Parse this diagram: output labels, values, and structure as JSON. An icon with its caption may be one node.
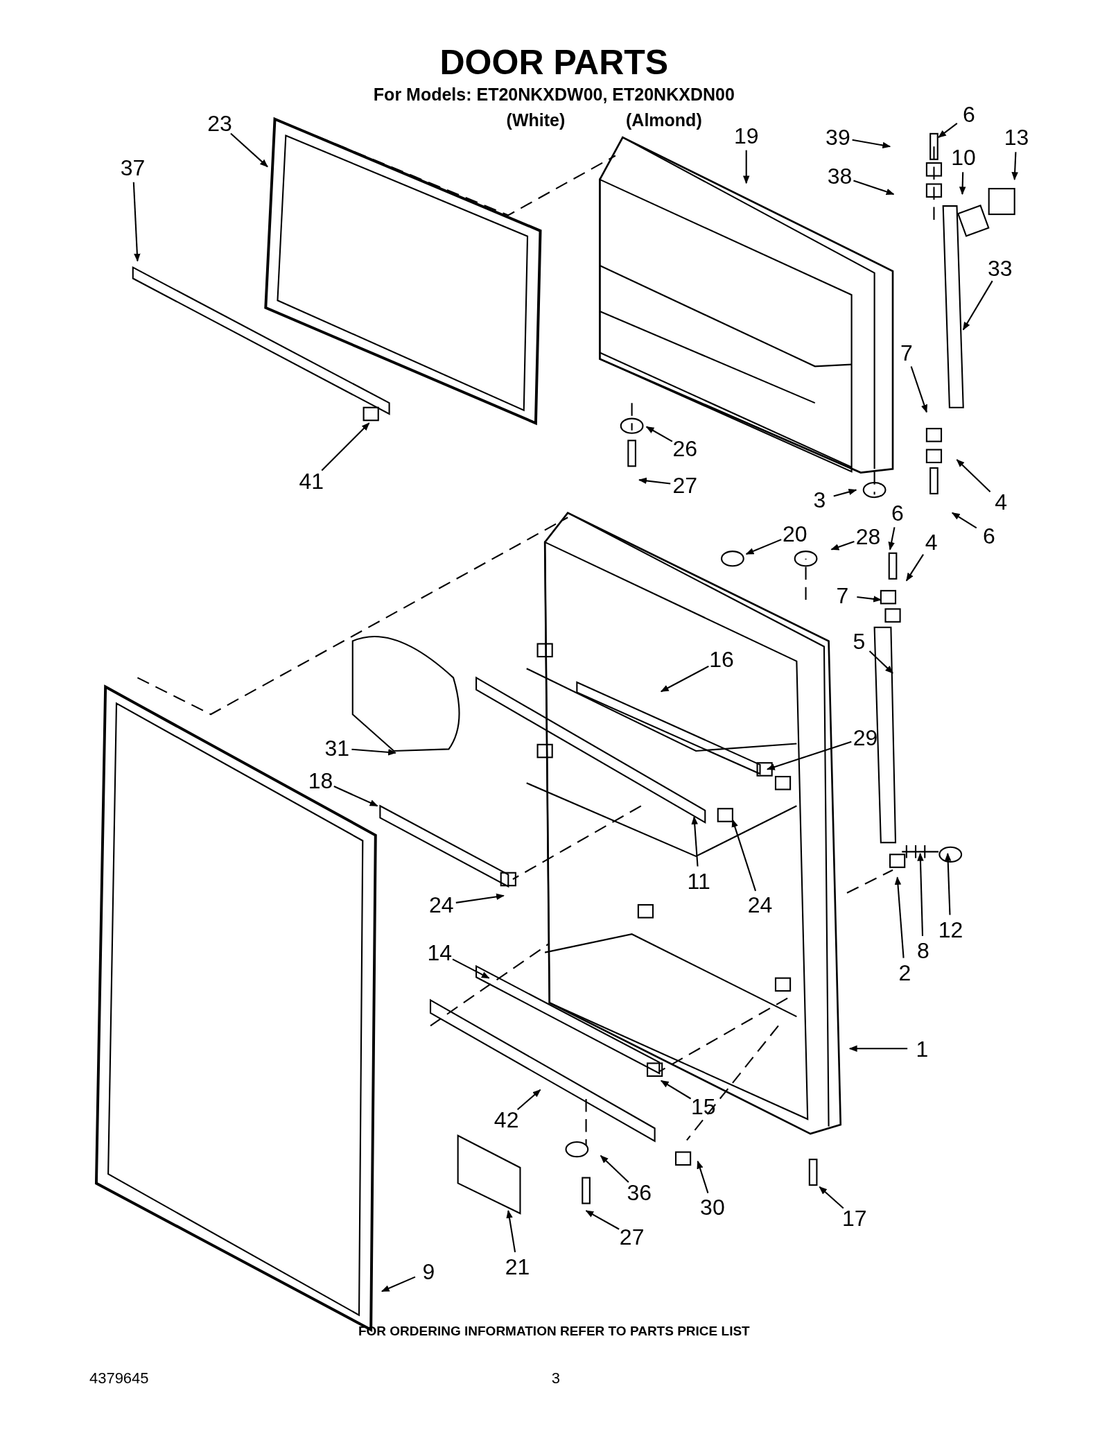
{
  "diagram": {
    "title": "DOOR PARTS",
    "nodes": [
      {
        "text": [
          "23"
        ]
      },
      {
        "text": [
          "37"
        ]
      },
      {
        "text": [
          "41"
        ]
      },
      {
        "text": [
          "19"
        ]
      },
      {
        "text": [
          "6"
        ]
      },
      {
        "text": [
          "39"
        ]
      },
      {
        "text": [
          "38"
        ]
      },
      {
        "text": [
          "10"
        ]
      },
      {
        "text": [
          "13"
        ]
      },
      {
        "text": [
          "33"
        ]
      },
      {
        "text": [
          "26"
        ]
      },
      {
        "text": [
          "27"
        ]
      },
      {
        "text": [
          "7"
        ]
      },
      {
        "text": [
          "4"
        ]
      },
      {
        "text": [
          "6"
        ]
      },
      {
        "text": [
          "3"
        ]
      },
      {
        "text": [
          "20"
        ]
      },
      {
        "text": [
          "28"
        ]
      },
      {
        "text": [
          "6"
        ]
      },
      {
        "text": [
          "4"
        ]
      },
      {
        "text": [
          "7"
        ]
      },
      {
        "text": [
          "5"
        ]
      },
      {
        "text": [
          "16"
        ]
      },
      {
        "text": [
          "29"
        ]
      },
      {
        "text": [
          "31"
        ]
      },
      {
        "text": [
          "18"
        ]
      },
      {
        "text": [
          "11"
        ]
      },
      {
        "text": [
          "24"
        ]
      },
      {
        "text": [
          "24"
        ]
      },
      {
        "text": [
          "14"
        ]
      },
      {
        "text": [
          "2"
        ]
      },
      {
        "text": [
          "8"
        ]
      },
      {
        "text": [
          "12"
        ]
      },
      {
        "text": [
          "1"
        ]
      },
      {
        "text": [
          "15"
        ]
      },
      {
        "text": [
          "42"
        ]
      },
      {
        "text": [
          "36"
        ]
      },
      {
        "text": [
          "30"
        ]
      },
      {
        "text": [
          "17"
        ]
      },
      {
        "text": [
          "27"
        ]
      },
      {
        "text": [
          "21"
        ]
      },
      {
        "text": [
          "9"
        ]
      }
    ],
    "edges": [
      {
        "from": 0,
        "to": null,
        "arrow": "to"
      },
      {
        "from": 1,
        "to": null,
        "arrow": "to"
      },
      {
        "from": 2,
        "to": null,
        "arrow": "to"
      },
      {
        "from": 3,
        "to": null,
        "arrow": "to"
      },
      {
        "from": 4,
        "to": null,
        "arrow": "to"
      },
      {
        "from": 5,
        "to": null,
        "arrow": "to"
      },
      {
        "from": 6,
        "to": null,
        "arrow": "to"
      },
      {
        "from": 7,
        "to": null,
        "arrow": "to"
      },
      {
        "from": 8,
        "to": null,
        "arrow": "to"
      },
      {
        "from": 9,
        "to": null,
        "arrow": "to"
      },
      {
        "from": 10,
        "to": null,
        "arrow": "to"
      },
      {
        "from": 11,
        "to": null,
        "arrow": "to"
      },
      {
        "from": 12,
        "to": null,
        "arrow": "to"
      },
      {
        "from": 13,
        "to": null,
        "arrow": "to"
      },
      {
        "from": 14,
        "to": null,
        "arrow": "to"
      },
      {
        "from": 15,
        "to": null,
        "arrow": "to"
      },
      {
        "from": 16,
        "to": null,
        "arrow": "to"
      },
      {
        "from": 17,
        "to": null,
        "arrow": "to"
      },
      {
        "from": 18,
        "to": null,
        "arrow": "to"
      },
      {
        "from": 19,
        "to": null,
        "arrow": "to"
      },
      {
        "from": 20,
        "to": null,
        "arrow": "to"
      },
      {
        "from": 21,
        "to": null,
        "arrow": "to"
      },
      {
        "from": 22,
        "to": null,
        "arrow": "to"
      },
      {
        "from": 23,
        "to": null,
        "arrow": "to"
      },
      {
        "from": 24,
        "to": null,
        "arrow": "to"
      },
      {
        "from": 25,
        "to": null,
        "arrow": "to"
      },
      {
        "from": 26,
        "to": null,
        "arrow": "to"
      },
      {
        "from": 27,
        "to": null,
        "arrow": "to"
      },
      {
        "from": 28,
        "to": null,
        "arrow": "to"
      },
      {
        "from": 29,
        "to": null,
        "arrow": "to"
      },
      {
        "from": 30,
        "to": null,
        "arrow": "to"
      },
      {
        "from": 31,
        "to": null,
        "arrow": "to"
      },
      {
        "from": 32,
        "to": null,
        "arrow": "to"
      },
      {
        "from": 33,
        "to": null,
        "arrow": "to"
      },
      {
        "from": 34,
        "to": null,
        "arrow": "to"
      },
      {
        "from": 35,
        "to": null,
        "arrow": "to"
      },
      {
        "from": 36,
        "to": null,
        "arrow": "to"
      },
      {
        "from": 37,
        "to": null,
        "arrow": "to"
      },
      {
        "from": 38,
        "to": null,
        "arrow": "to"
      },
      {
        "from": 39,
        "to": null,
        "arrow": "to"
      },
      {
        "from": 40,
        "to": null,
        "arrow": "to"
      },
      {
        "from": 41,
        "to": null,
        "arrow": "to"
      }
    ],
    "labels": [
      "For Models: ET20NKXDW00, ET20NKXDN00",
      "(White)",
      "(Almond)",
      "FOR ORDERING INFORMATION REFER TO PARTS PRICE LIST",
      "4379645",
      "3"
    ]
  }
}
